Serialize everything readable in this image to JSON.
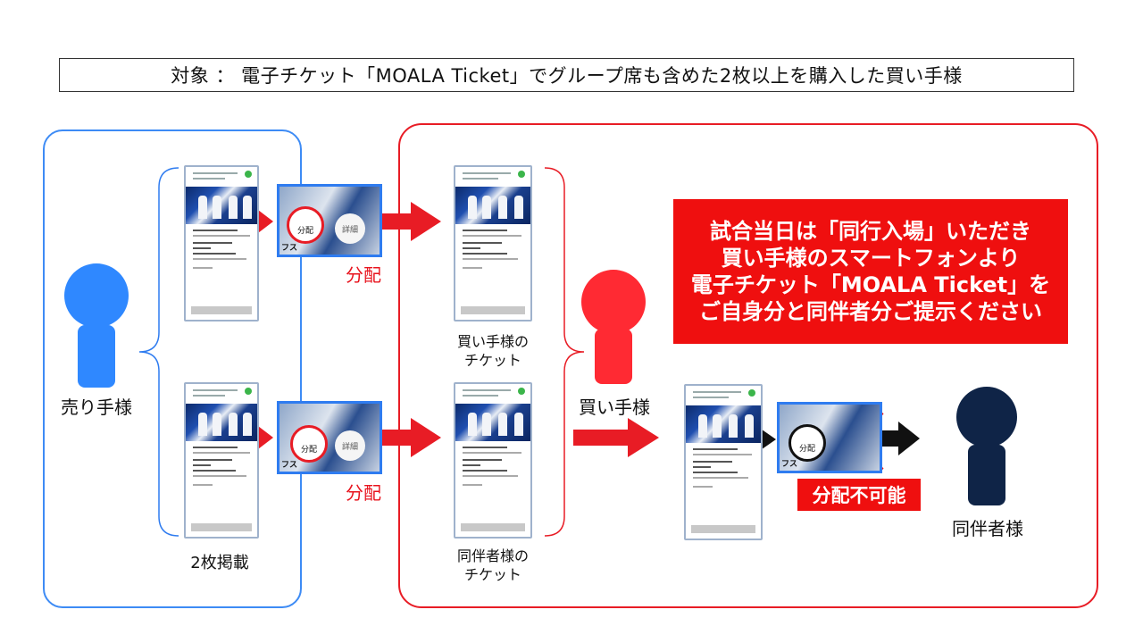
{
  "header": {
    "title": "対象 ： 電子チケット「MOALA Ticket」でグループ席も含めた2枚以上を購入した買い手様"
  },
  "seller": {
    "label": "売り手様",
    "listing_note": "2枚掲載"
  },
  "distribution": {
    "label_top": "分配",
    "label_bottom": "分配"
  },
  "tickets": {
    "buyer_ticket_line1": "買い手様の",
    "buyer_ticket_line2": "チケット",
    "companion_ticket_line1": "同伴者様の",
    "companion_ticket_line2": "チケット"
  },
  "buyer": {
    "label": "買い手様"
  },
  "companion": {
    "label": "同伴者様"
  },
  "callout": {
    "line1": "試合当日は「同行入場」いただき",
    "line2": "買い手様のスマートフォンより",
    "line3": "電子チケット「MOALA Ticket」を",
    "line4": "ご自身分と同伴者分ご提示ください"
  },
  "not_allowed": {
    "label": "分配不可能"
  },
  "zoom": {
    "button_label": "分配",
    "detail_label": "詳細",
    "tag": "フス"
  },
  "colors": {
    "seller_blue": "#3d8bf5",
    "buyer_red": "#e81c25",
    "companion_navy": "#0f2447"
  }
}
